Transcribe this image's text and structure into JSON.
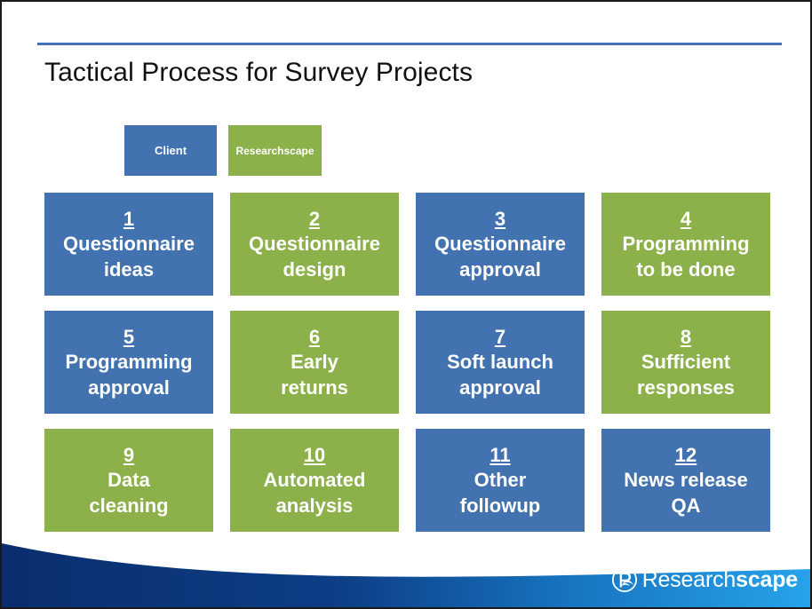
{
  "slide": {
    "title": "Tactical Process for Survey Projects",
    "accent_rule_color": "#4472B8",
    "background": "#ffffff"
  },
  "legend": {
    "items": [
      {
        "label": "Client",
        "color": "#4372B0",
        "owner": "client"
      },
      {
        "label": "Researchscape",
        "color": "#8CB04A",
        "owner": "researchscape"
      }
    ]
  },
  "process": {
    "colors": {
      "client": "#4372B0",
      "researchscape": "#8CB04A"
    },
    "steps": [
      {
        "number": "1",
        "label": "Questionnaire\nideas",
        "owner": "client"
      },
      {
        "number": "2",
        "label": "Questionnaire\ndesign",
        "owner": "researchscape"
      },
      {
        "number": "3",
        "label": "Questionnaire\napproval",
        "owner": "client"
      },
      {
        "number": "4",
        "label": "Programming\nto be done",
        "owner": "researchscape"
      },
      {
        "number": "5",
        "label": "Programming\napproval",
        "owner": "client"
      },
      {
        "number": "6",
        "label": "Early\nreturns",
        "owner": "researchscape"
      },
      {
        "number": "7",
        "label": "Soft launch\napproval",
        "owner": "client"
      },
      {
        "number": "8",
        "label": "Sufficient\nresponses",
        "owner": "researchscape"
      },
      {
        "number": "9",
        "label": "Data\ncleaning",
        "owner": "researchscape"
      },
      {
        "number": "10",
        "label": "Automated\nanalysis",
        "owner": "researchscape"
      },
      {
        "number": "11",
        "label": "Other\nfollowup",
        "owner": "client"
      },
      {
        "number": "12",
        "label": "News release\nQA",
        "owner": "client"
      }
    ]
  },
  "footer": {
    "wave_gradient_from": "#0A2E6E",
    "wave_gradient_to": "#27A3EB",
    "logo": {
      "mark": "researchscape-r-icon",
      "text_light": "Research",
      "text_bold": "scape"
    }
  }
}
